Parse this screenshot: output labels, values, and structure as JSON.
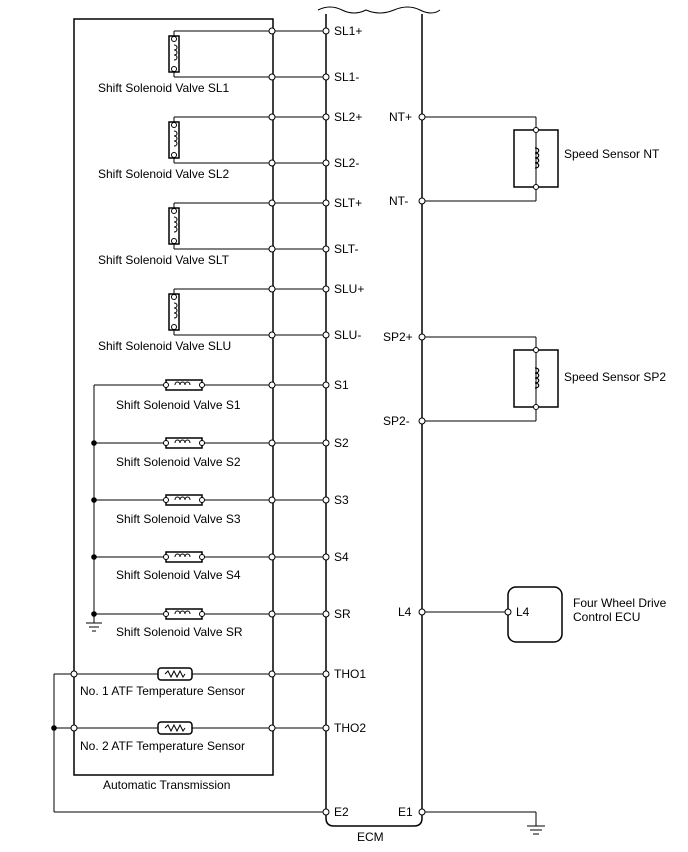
{
  "transmission": {
    "label": "Automatic Transmission",
    "solenoids_vertical": [
      {
        "name": "Shift Solenoid Valve SL1",
        "pos": "SL1+",
        "neg": "SL1-"
      },
      {
        "name": "Shift Solenoid Valve SL2",
        "pos": "SL2+",
        "neg": "SL2-"
      },
      {
        "name": "Shift Solenoid Valve SLT",
        "pos": "SLT+",
        "neg": "SLT-"
      },
      {
        "name": "Shift Solenoid Valve SLU",
        "pos": "SLU+",
        "neg": "SLU-"
      }
    ],
    "solenoids_horizontal": [
      {
        "name": "Shift Solenoid Valve S1",
        "pin": "S1"
      },
      {
        "name": "Shift Solenoid Valve S2",
        "pin": "S2"
      },
      {
        "name": "Shift Solenoid Valve S3",
        "pin": "S3"
      },
      {
        "name": "Shift Solenoid Valve S4",
        "pin": "S4"
      },
      {
        "name": "Shift Solenoid Valve SR",
        "pin": "SR"
      }
    ],
    "temp_sensors": [
      {
        "name": "No. 1 ATF Temperature Sensor",
        "pin": "THO1"
      },
      {
        "name": "No. 2 ATF Temperature Sensor",
        "pin": "THO2"
      }
    ],
    "ground_pin": "E2"
  },
  "ecm": {
    "label": "ECM",
    "right_pins": [
      "NT+",
      "NT-",
      "SP2+",
      "SP2-",
      "L4",
      "E1"
    ]
  },
  "speed_sensors": [
    {
      "name": "Speed Sensor NT",
      "pos": "NT+",
      "neg": "NT-"
    },
    {
      "name": "Speed Sensor SP2",
      "pos": "SP2+",
      "neg": "SP2-"
    }
  ],
  "four_wd": {
    "box_label": "L4",
    "name_line1": "Four Wheel Drive",
    "name_line2": "Control ECU"
  }
}
